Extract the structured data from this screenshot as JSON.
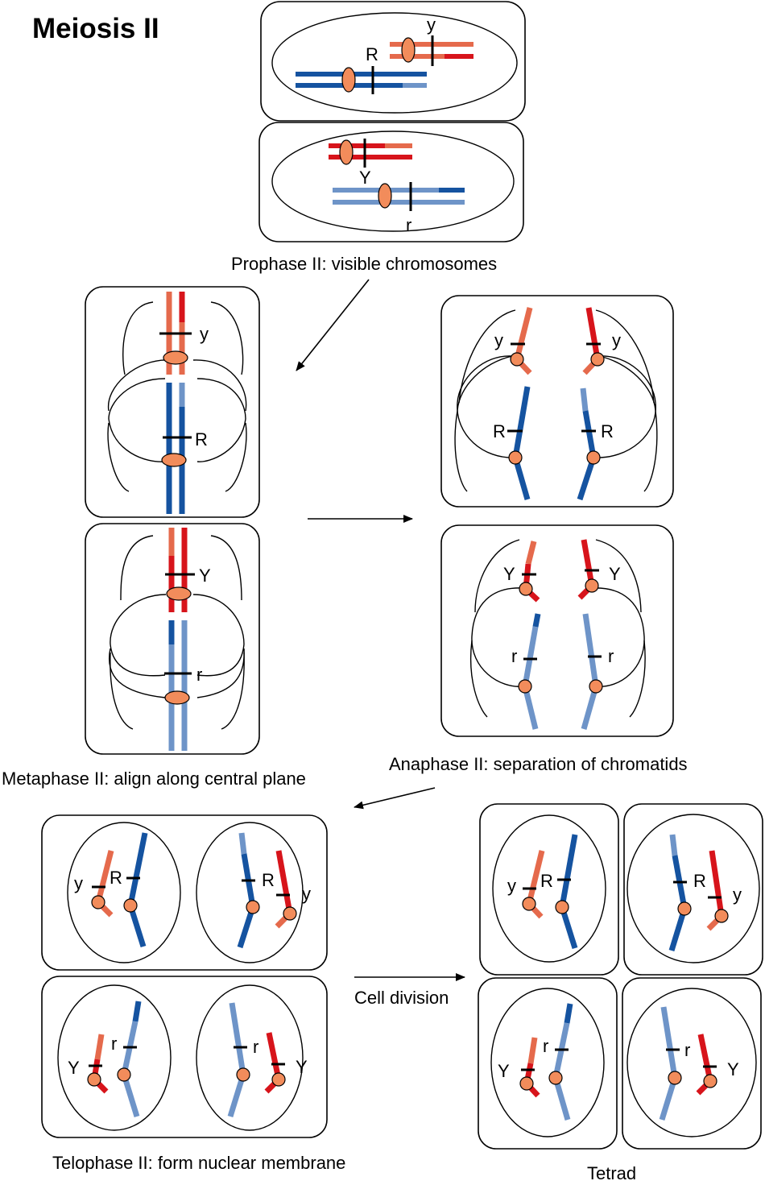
{
  "title": "Meiosis II",
  "colors": {
    "dark_red": "#d7141b",
    "light_red": "#e56a4c",
    "dark_blue": "#1553a0",
    "light_blue": "#6e94c8",
    "centromere": "#f28c5b"
  },
  "captions": {
    "prophase": "Prophase II: visible chromosomes",
    "metaphase": "Metaphase II: align along central plane",
    "anaphase": "Anaphase II: separation of chromatids",
    "telophase": "Telophase II: form nuclear membrane",
    "cell_division": "Cell division",
    "tetrad": "Tetrad"
  },
  "genes": {
    "y": "y",
    "Y": "Y",
    "R": "R",
    "r": "r"
  }
}
